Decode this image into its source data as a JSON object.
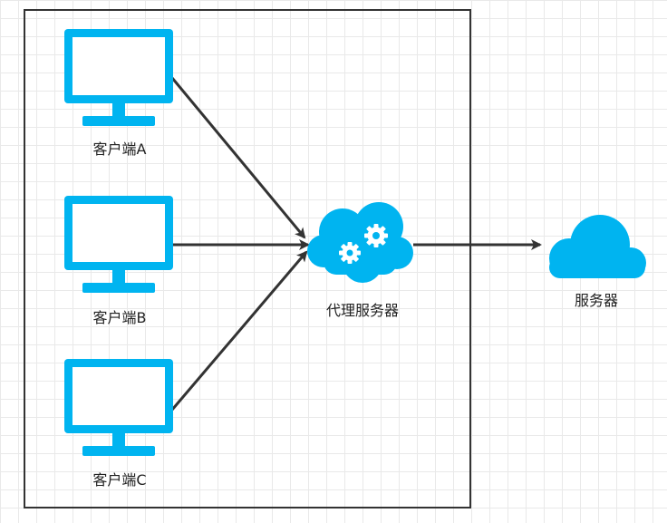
{
  "nodes": {
    "client_a": {
      "label": "客户端A",
      "icon": "monitor-icon"
    },
    "client_b": {
      "label": "客户端B",
      "icon": "monitor-icon"
    },
    "client_c": {
      "label": "客户端C",
      "icon": "monitor-icon"
    },
    "proxy": {
      "label": "代理服务器",
      "icon": "cloud-gears-icon"
    },
    "server": {
      "label": "服务器",
      "icon": "cloud-icon"
    }
  },
  "edges": [
    {
      "from": "client_a",
      "to": "proxy"
    },
    {
      "from": "client_b",
      "to": "proxy"
    },
    {
      "from": "client_c",
      "to": "proxy"
    },
    {
      "from": "proxy",
      "to": "server"
    }
  ],
  "colors": {
    "icon": "#00b4f0",
    "arrow": "#333333",
    "frame": "#333333",
    "text": "#222222",
    "grid": "#e9e9e9"
  }
}
